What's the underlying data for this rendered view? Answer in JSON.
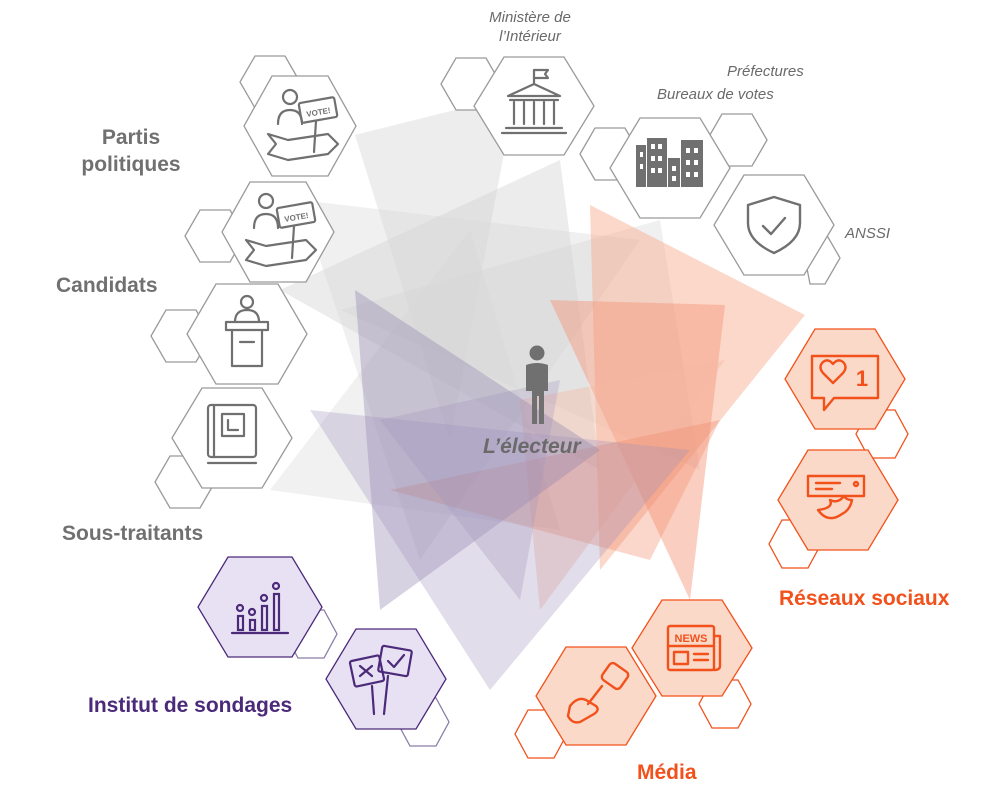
{
  "center": {
    "label": "L’électeur"
  },
  "labels": {
    "partis": [
      "Partis",
      "politiques"
    ],
    "candidats": "Candidats",
    "sous_traitants": "Sous-traitants",
    "institut": "Institut de sondages",
    "ministere": [
      "Ministère de",
      "l’Intérieur"
    ],
    "prefectures": "Préfectures",
    "bureaux": "Bureaux de votes",
    "anssi": "ANSSI",
    "reseaux": "Réseaux sociaux",
    "media": "Média"
  },
  "icons": {
    "vote_sign_1": "VOTE!",
    "vote_sign_2": "VOTE!",
    "news": "NEWS",
    "likes": "1",
    "tv": "TV"
  },
  "colors": {
    "gray": "#707070",
    "gray_fill": "#ffffff",
    "orange": "#f2511b",
    "orange_fill": "#fbd9c9",
    "purple": "#4b2a7a",
    "purple_fill": "#e8e0f3",
    "hex_stroke_gray": "#9a9a9a"
  }
}
